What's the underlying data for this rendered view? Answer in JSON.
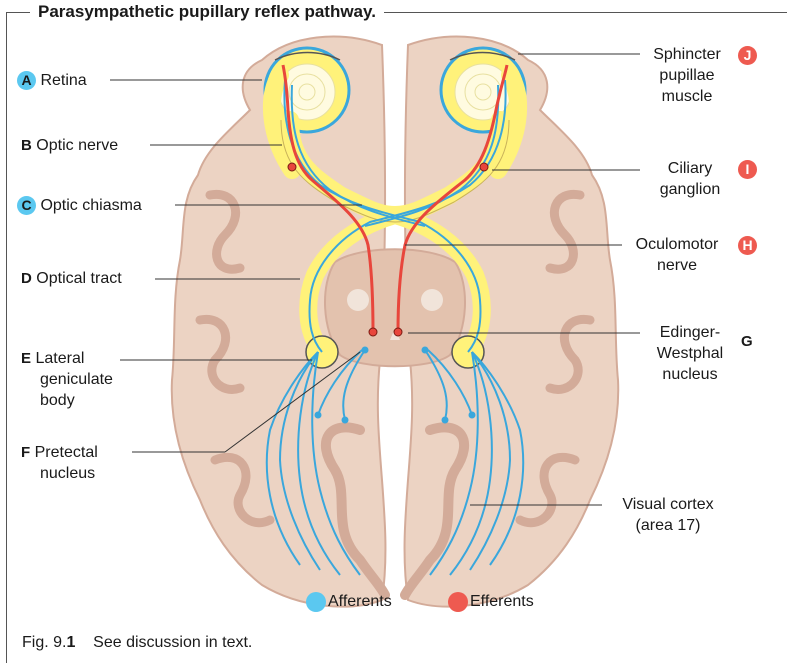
{
  "title": "Parasympathetic pupillary reflex pathway.",
  "labels": {
    "A": {
      "letter": "A",
      "text": "Retina"
    },
    "B": {
      "letter": "B",
      "text": "Optic nerve"
    },
    "C": {
      "letter": "C",
      "text": "Optic chiasma"
    },
    "D": {
      "letter": "D",
      "text": "Optical tract"
    },
    "E": {
      "letter": "E",
      "line1": "Lateral",
      "line2": "geniculate",
      "line3": "body"
    },
    "F": {
      "letter": "F",
      "line1": "Pretectal",
      "line2": "nucleus"
    },
    "G": {
      "letter": "G",
      "line1": "Edinger-",
      "line2": "Westphal",
      "line3": "nucleus"
    },
    "H": {
      "letter": "H",
      "line1": "Oculomotor",
      "line2": "nerve"
    },
    "I": {
      "letter": "I",
      "line1": "Ciliary",
      "line2": "ganglion"
    },
    "J": {
      "letter": "J",
      "line1": "Sphincter",
      "line2": "pupillae",
      "line3": "muscle"
    },
    "V": {
      "line1": "Visual cortex",
      "line2": "(area 17)"
    }
  },
  "legend": {
    "afferents": "Afferents",
    "efferents": "Efferents"
  },
  "caption": {
    "prefix": "Fig. 9.",
    "number": "1",
    "text": "See discussion in text."
  },
  "colors": {
    "afferent": "#3aa7dc",
    "efferent": "#e8463c",
    "nerve_fill": "#fff27a",
    "brain": "#ecd3c3",
    "gyri": "#d3ab99",
    "legend_blue": "#5bc8f0",
    "legend_red": "#ee5a50"
  }
}
